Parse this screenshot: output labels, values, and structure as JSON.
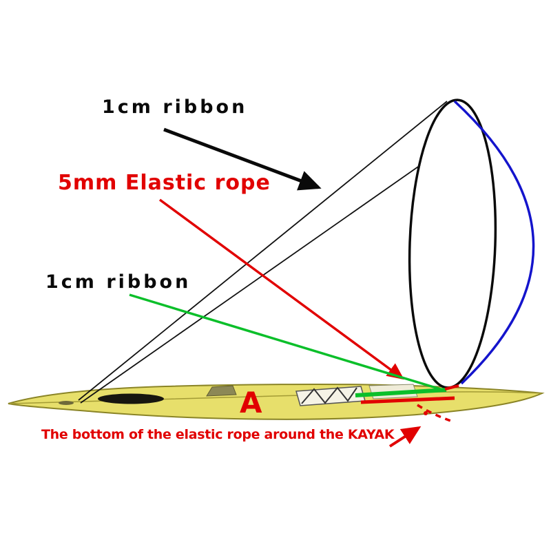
{
  "figure": {
    "labels": {
      "ribbon_top": "1cm ribbon",
      "elastic_rope": "5mm Elastic rope",
      "ribbon_bottom": "1cm ribbon",
      "marker_a": "A",
      "caption": "The bottom of the elastic rope around the KAYAK"
    },
    "colors": {
      "annotation_red": "#e10000",
      "ribbon_green": "#0bbf2a",
      "ring_black": "#0a0a0a",
      "ring_blue": "#1414cc",
      "kayak_yellow": "#e7df6b"
    }
  }
}
